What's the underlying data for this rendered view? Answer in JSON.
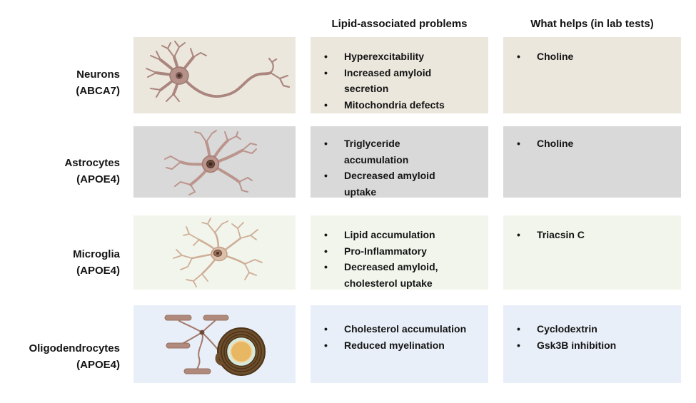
{
  "columns": {
    "problems": "Lipid-associated problems",
    "helps": "What helps (in lab tests)"
  },
  "rows": [
    {
      "cell": "Neurons",
      "gene": "(ABCA7)",
      "icon": "neuron-icon",
      "bg": "#ebe7dd",
      "problems": [
        "Hyperexcitability",
        "Increased amyloid\nsecretion",
        "Mitochondria defects"
      ],
      "helps": [
        "Choline"
      ]
    },
    {
      "cell": "Astrocytes",
      "gene": "(APOE4)",
      "icon": "astrocyte-icon",
      "bg": "#d9d9d9",
      "problems": [
        "Triglyceride\naccumulation",
        "Decreased amyloid\nuptake"
      ],
      "helps": [
        "Choline"
      ]
    },
    {
      "cell": "Microglia",
      "gene": "(APOE4)",
      "icon": "microglia-icon",
      "bg": "#f2f5ec",
      "problems": [
        "Lipid accumulation",
        "Pro-Inflammatory",
        "Decreased amyloid,\ncholesterol uptake"
      ],
      "helps": [
        "Triacsin C"
      ]
    },
    {
      "cell": "Oligodendrocytes",
      "gene": "(APOE4)",
      "icon": "oligodendrocyte-icon",
      "bg": "#e9eff9",
      "problems": [
        "Cholesterol accumulation",
        "Reduced myelination"
      ],
      "helps": [
        "Cyclodextrin",
        "Gsk3B inhibition"
      ]
    }
  ],
  "palette": {
    "text": "#141414",
    "cell_body": "#b5918a",
    "astrocyte_body": "#bb958c",
    "microglia_body": "#dcbfab",
    "nucleus": "#6b4a3e",
    "oligo_process": "#a3796b",
    "myelin_brown": "#6e4e2c",
    "myelin_ring": "#4a3318",
    "myelin_inner_mint": "#d5eae0",
    "axon_core_yellow": "#e8b763",
    "row_backgrounds": [
      "#ebe7dd",
      "#d9d9d9",
      "#f2f5ec",
      "#e9eff9"
    ]
  }
}
